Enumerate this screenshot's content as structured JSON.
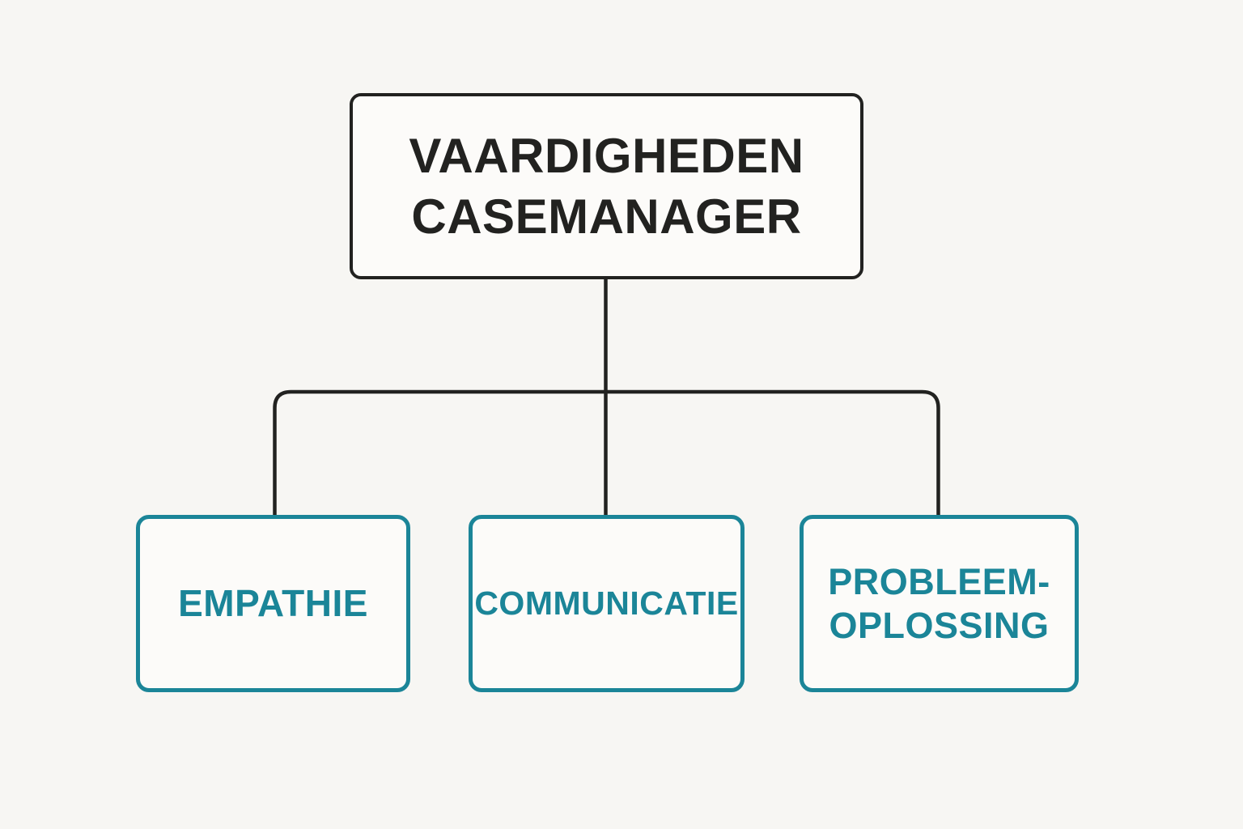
{
  "diagram": {
    "title": "Vaardigheden casemanager diagram",
    "background_color": "#f7f6f3",
    "node_fill_color": "#fcfbf9",
    "connector_color": "#222220",
    "root": {
      "label": "VAARDIGHEDEN CASEMANAGER",
      "border_color": "#222220",
      "text_color": "#222220"
    },
    "children": [
      {
        "label": "EMPATHIE",
        "border_color": "#1b8598",
        "text_color": "#1b8598"
      },
      {
        "label": "COMMUNICATIE",
        "border_color": "#1b8598",
        "text_color": "#1b8598"
      },
      {
        "label": "PROBLEEM-OPLOSSING",
        "border_color": "#1b8598",
        "text_color": "#1b8598"
      }
    ]
  }
}
